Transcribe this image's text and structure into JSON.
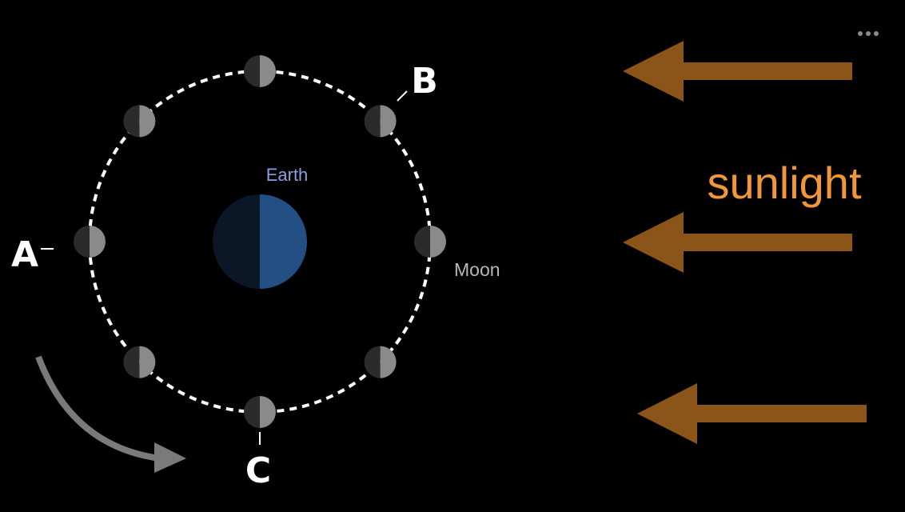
{
  "labels": {
    "earth": "Earth",
    "moon": "Moon",
    "sunlight": "sunlight",
    "a": "A",
    "b": "B",
    "c": "C"
  },
  "colors": {
    "background": "#000000",
    "earth_lit": "#234f85",
    "earth_dark": "#0b1626",
    "earth_label": "#8aa0e0",
    "moon_lit": "#8a8a8a",
    "moon_dark": "#2b2b2b",
    "moon_label": "#b8b8b8",
    "sunlight_label": "#f0973a",
    "arrow": "#8b5418",
    "rotation_arrow": "#7a7a7a",
    "orbit": "#ffffff"
  },
  "icons": {
    "menu": "ellipsis-icon"
  }
}
